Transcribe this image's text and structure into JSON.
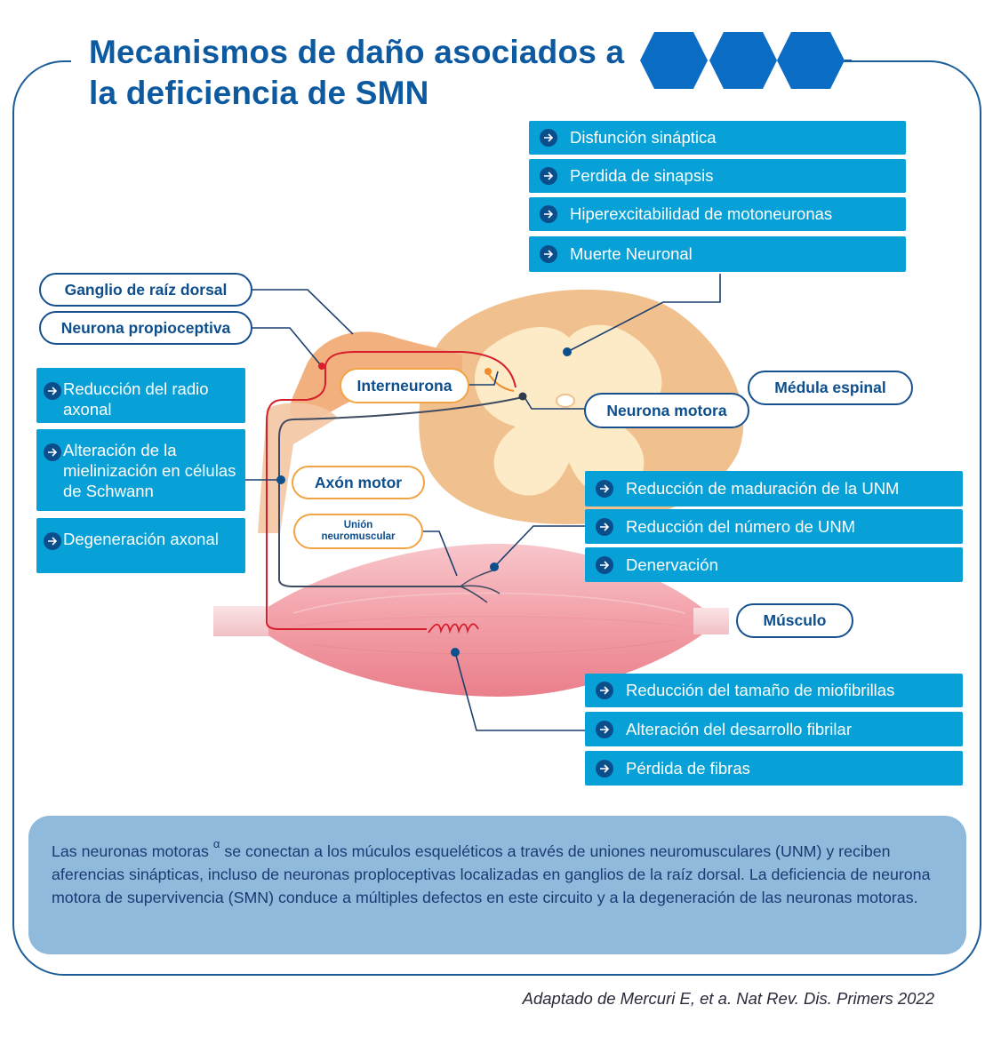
{
  "title": "Mecanismos de daño asociados a la deficiencia de SMN",
  "labels": {
    "ganglio": "Ganglio de raíz dorsal",
    "propioceptiva": "Neurona propioceptiva",
    "interneurona": "Interneurona",
    "medula": "Médula espinal",
    "motora": "Neurona motora",
    "axon": "Axón motor",
    "union": "Unión neuromuscular",
    "musculo": "Músculo"
  },
  "neuron_effects": [
    "Disfunción sináptica",
    "Perdida de sinapsis",
    "Hiperexcitabilidad de motoneuronas",
    "Muerte Neuronal"
  ],
  "axon_effects": [
    "Reducción del radio axonal",
    "Alteración de la mielinización en células de Schwann",
    "Degeneración axonal"
  ],
  "nmj_effects": [
    "Reducción de maduración de la UNM",
    "Reducción del número de UNM",
    "Denervación"
  ],
  "muscle_effects": [
    "Reducción del tamaño de miofibrillas",
    "Alteración del desarrollo fibrilar",
    "Pérdida de fibras"
  ],
  "note_before": "Las neuronas motoras ",
  "note_symbol": "α",
  "note_after": " se conectan a los múculos esqueléticos a través de uniones neuromusculares (UNM) y reciben aferencias sinápticas, incluso de neuronas proploceptivas localizadas en ganglios de la raíz dorsal. La deficiencia de neurona motora de supervivencia (SMN) conduce a múltiples defectos en este circuito y a la degeneración de las neuronas motoras.",
  "source": "Adaptado de Mercuri E, et a. Nat Rev. Dis. Primers 2022",
  "colors": {
    "brand": "#0d5aa0",
    "box": "#07a1d7",
    "note_bg": "#8fbadb",
    "spinal_outer": "#f0c08e",
    "spinal_inner": "#fcebc6",
    "muscle": "#f2a0a8",
    "sensory_nerve": "#d61f2c",
    "orange_accent": "#f2a443"
  }
}
